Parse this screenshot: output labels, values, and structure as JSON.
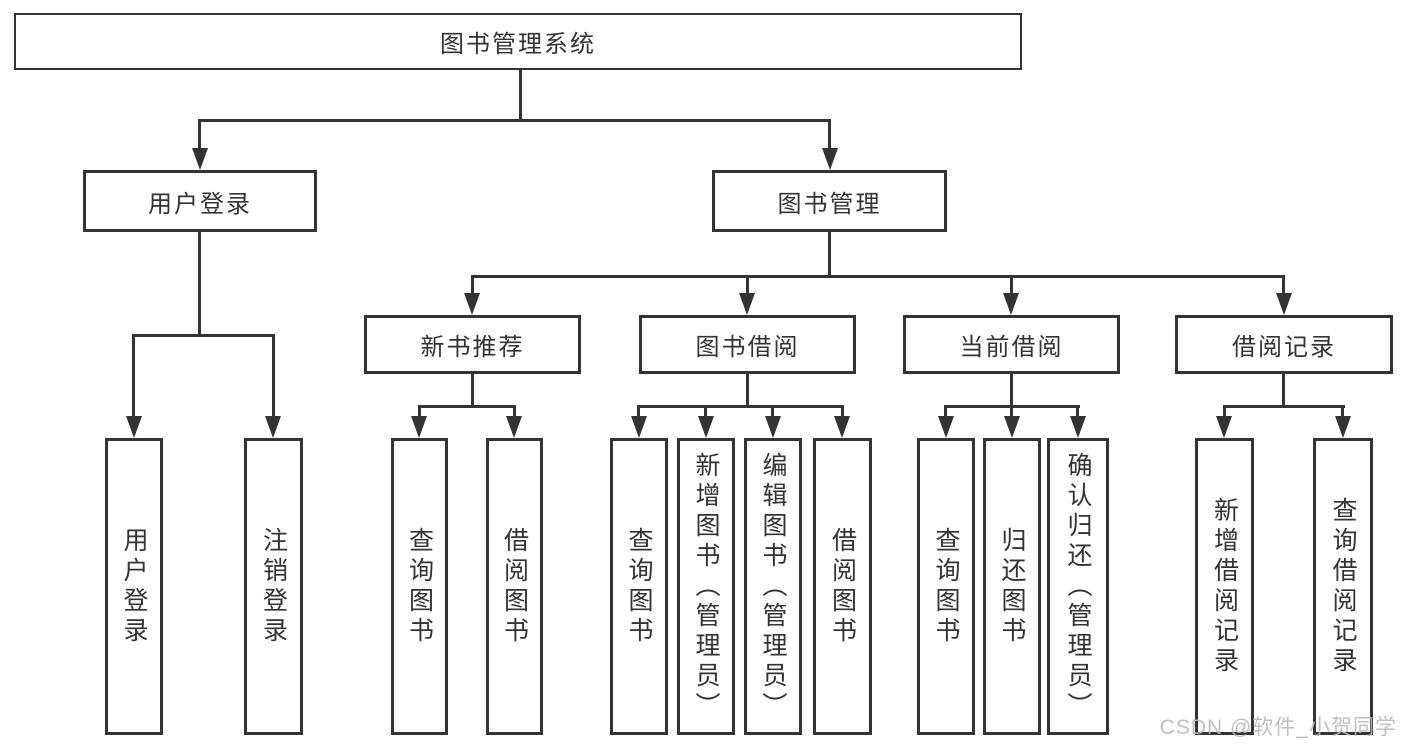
{
  "tree": {
    "root": "图书管理系统",
    "branches": [
      {
        "label": "用户登录",
        "leaves": [
          "用户登录",
          "注销登录"
        ]
      },
      {
        "label": "图书管理",
        "children": [
          {
            "label": "新书推荐",
            "leaves": [
              "查询图书",
              "借阅图书"
            ]
          },
          {
            "label": "图书借阅",
            "leaves": [
              "查询图书",
              "新增图书（管理员）",
              "编辑图书（管理员）",
              "借阅图书"
            ]
          },
          {
            "label": "当前借阅",
            "leaves": [
              "查询图书",
              "归还图书",
              "确认归还（管理员）"
            ]
          },
          {
            "label": "借阅记录",
            "leaves": [
              "新增借阅记录",
              "查询借阅记录"
            ]
          }
        ]
      }
    ]
  },
  "watermark": "CSDN @软件_小贺同学",
  "colors": {
    "line": "#333333",
    "text": "#333333",
    "background": "#ffffff",
    "watermark": "#b9b9b9"
  }
}
